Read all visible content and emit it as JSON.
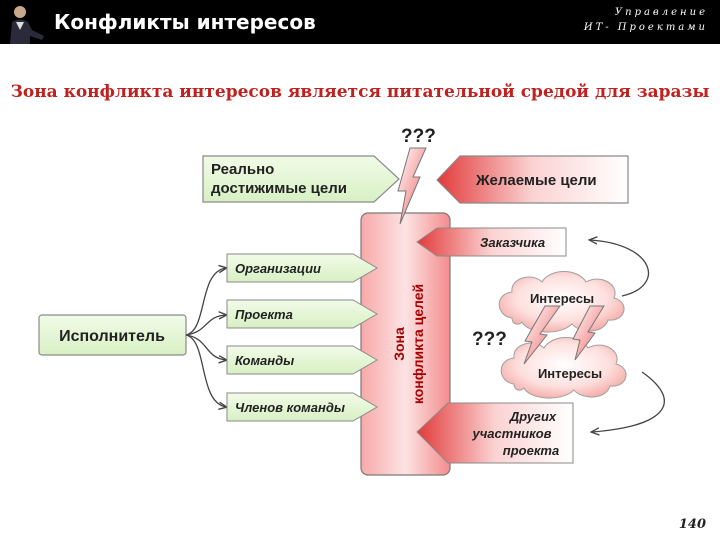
{
  "header": {
    "title": "Конфликты интересов",
    "brand_line1": "Управление",
    "brand_line2": "ИТ- Проектами"
  },
  "subtitle": "Зона конфликта интересов является питательной средой для заразы",
  "diagram": {
    "question_top": "???",
    "question_mid": "???",
    "realistic_goals_line1": "Реально",
    "realistic_goals_line2": "достижимые цели",
    "desired_goals": "Желаемые цели",
    "executor": "Исполнитель",
    "left_items": [
      "Организации",
      "Проекта",
      "Команды",
      "Членов команды"
    ],
    "zone_line1": "Зона",
    "zone_line2": "конфликта целей",
    "customer": "Заказчика",
    "interests_top": "Интересы",
    "interests_bottom": "Интересы",
    "others_line1": "Других",
    "others_line2": "участников",
    "others_line3": "проекта"
  },
  "page_number": "140"
}
